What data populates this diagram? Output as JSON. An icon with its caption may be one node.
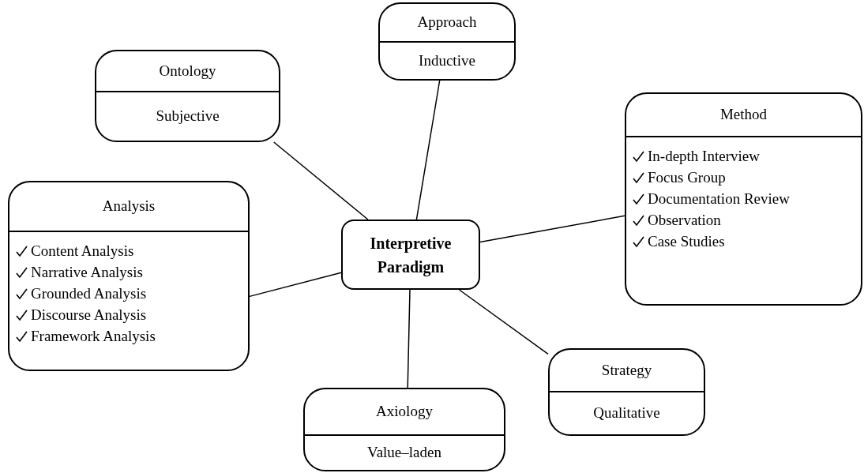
{
  "diagram": {
    "nodes": [
      {
        "text": [
          "Approach",
          "Inductive"
        ]
      },
      {
        "text": [
          "Ontology",
          "Subjective"
        ]
      },
      {
        "text": [
          "Method",
          "In-depth Interview",
          "Focus Group",
          "Documentation Review",
          "Observation",
          "Case Studies"
        ]
      },
      {
        "text": [
          "Analysis",
          "Content Analysis",
          "Narrative Analysis",
          "Grounded Analysis",
          "Discourse Analysis",
          "Framework Analysis"
        ]
      },
      {
        "text": [
          "Interpretive Paradigm"
        ]
      },
      {
        "text": [
          "Strategy",
          "Qualitative"
        ]
      },
      {
        "text": [
          "Axiology",
          "Value–laden"
        ]
      }
    ],
    "edges": [
      {
        "from": 4,
        "to": 0,
        "arrow": "none"
      },
      {
        "from": 4,
        "to": 1,
        "arrow": "none"
      },
      {
        "from": 4,
        "to": 2,
        "arrow": "none"
      },
      {
        "from": 4,
        "to": 3,
        "arrow": "none"
      },
      {
        "from": 4,
        "to": 5,
        "arrow": "none"
      },
      {
        "from": 4,
        "to": 6,
        "arrow": "none"
      }
    ]
  }
}
